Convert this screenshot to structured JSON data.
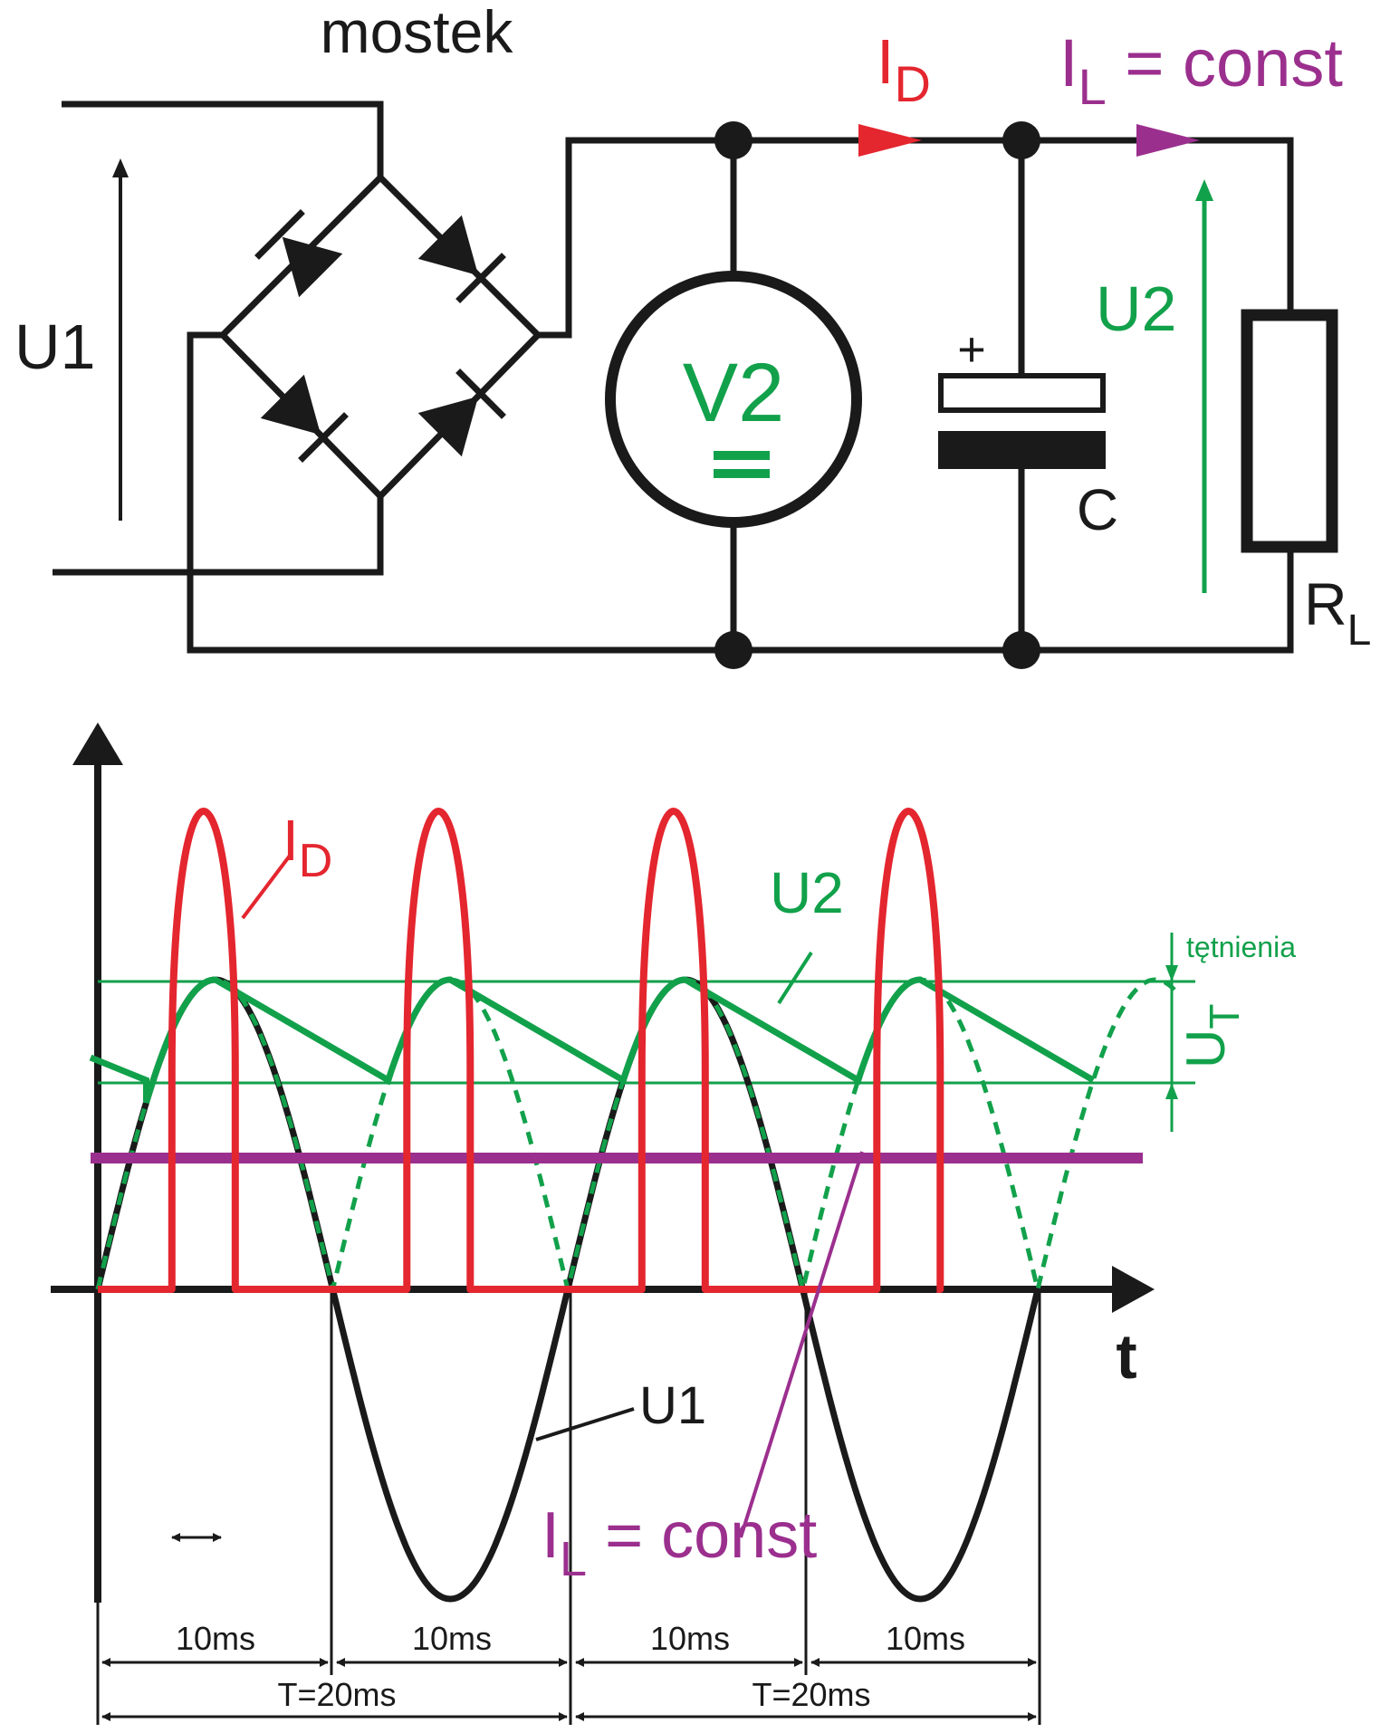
{
  "colors": {
    "ink": "#1a1a1a",
    "red": "#e4262f",
    "green": "#12a14b",
    "purple": "#9b2f8e"
  },
  "circuit": {
    "bridge_label": "mostek",
    "input_voltage": "U1",
    "meter_label": "V2",
    "meter_symbol": "=",
    "cap_plus": "+",
    "cap_label": "C",
    "diode_current": {
      "main": "I",
      "sub": "D"
    },
    "load_current": {
      "main": "I",
      "sub": "L",
      "rest": " = const"
    },
    "output_voltage": "U2",
    "load_resistor": {
      "main": "R",
      "sub": "L"
    }
  },
  "waveforms": {
    "diode_current": {
      "main": "I",
      "sub": "D"
    },
    "output_voltage": "U2",
    "ripple_label": "tętnienia",
    "ripple_voltage": {
      "main": "U",
      "sub": "T"
    },
    "time_axis": "t",
    "input_voltage": "U1",
    "load_current": {
      "main": "I",
      "sub": "L",
      "rest": " = const"
    },
    "half_period": [
      "10ms",
      "10ms",
      "10ms",
      "10ms"
    ],
    "period": [
      "T=20ms",
      "T=20ms"
    ]
  }
}
